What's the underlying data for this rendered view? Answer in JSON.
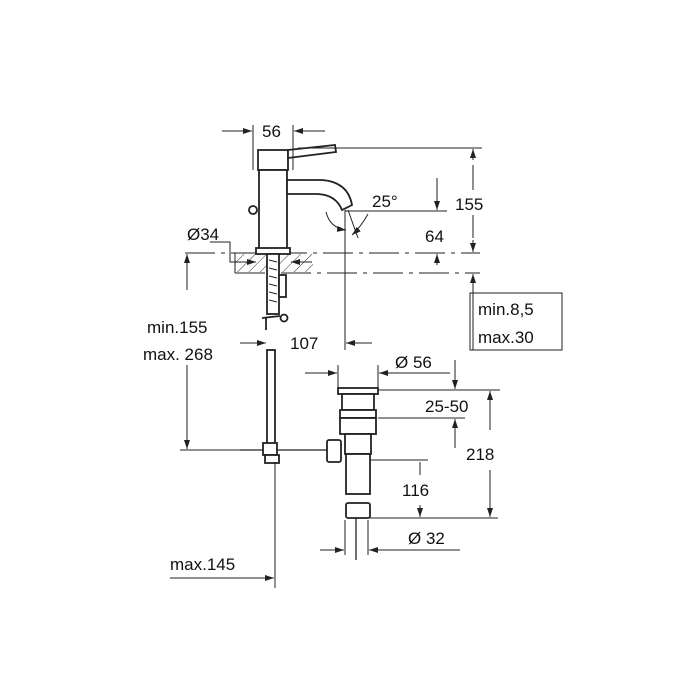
{
  "dimensions": {
    "body_width": "56",
    "height_total": "155",
    "spout_angle": "25°",
    "spout_height": "64",
    "hole_diameter": "Ø34",
    "rod_min": "min.155",
    "rod_max": "max. 268",
    "spout_reach": "107",
    "deck_min": "min.8,5",
    "deck_max": "max.30",
    "waste_diameter": "Ø 56",
    "waste_range": "25-50",
    "waste_total": "218",
    "tail_length": "116",
    "tail_diameter": "Ø 32",
    "rod_offset": "max.145"
  }
}
